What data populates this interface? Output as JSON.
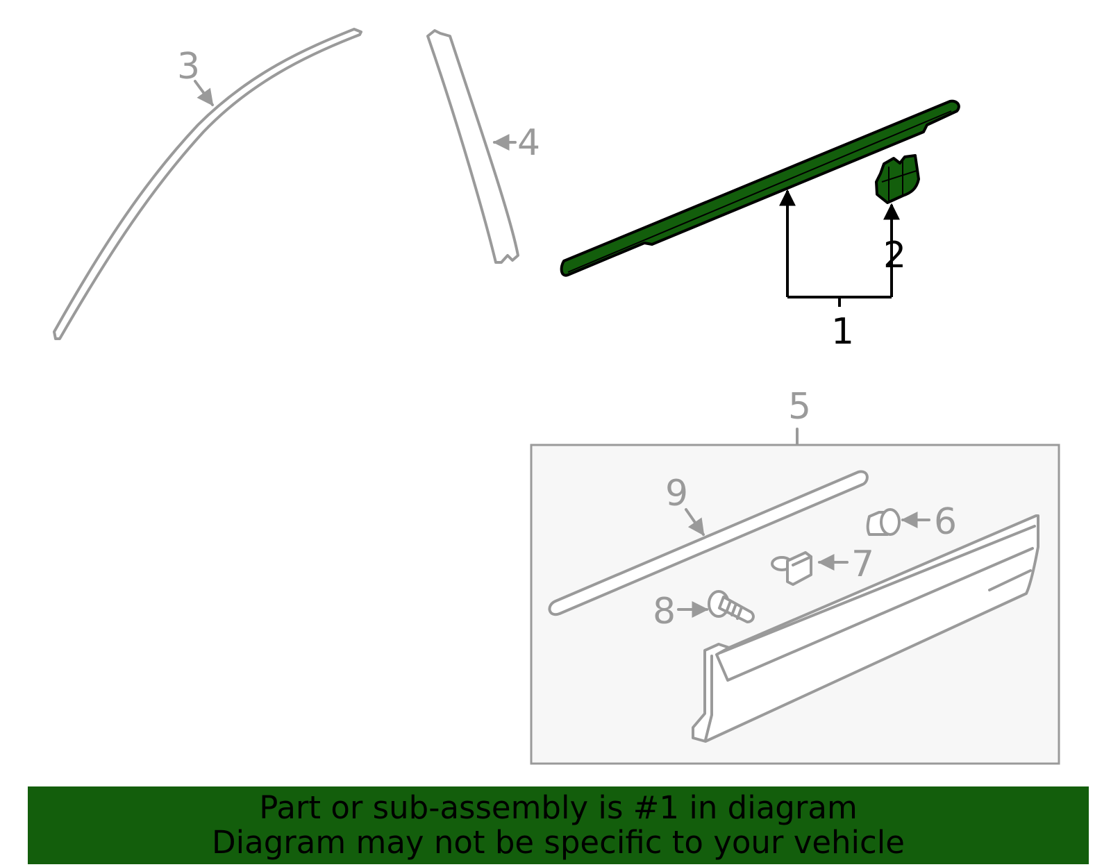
{
  "callouts": {
    "c1": "1",
    "c2": "2",
    "c3": "3",
    "c4": "4",
    "c5": "5",
    "c6": "6",
    "c7": "7",
    "c8": "8",
    "c9": "9"
  },
  "banner": {
    "line1": "Part or sub-assembly is #1 in diagram",
    "line2": "Diagram may not be specific to your vehicle"
  },
  "colors": {
    "highlight": "#135e0c",
    "outline": "#9a9a9a",
    "inset_background": "#f7f7f7",
    "text": "#000000"
  }
}
